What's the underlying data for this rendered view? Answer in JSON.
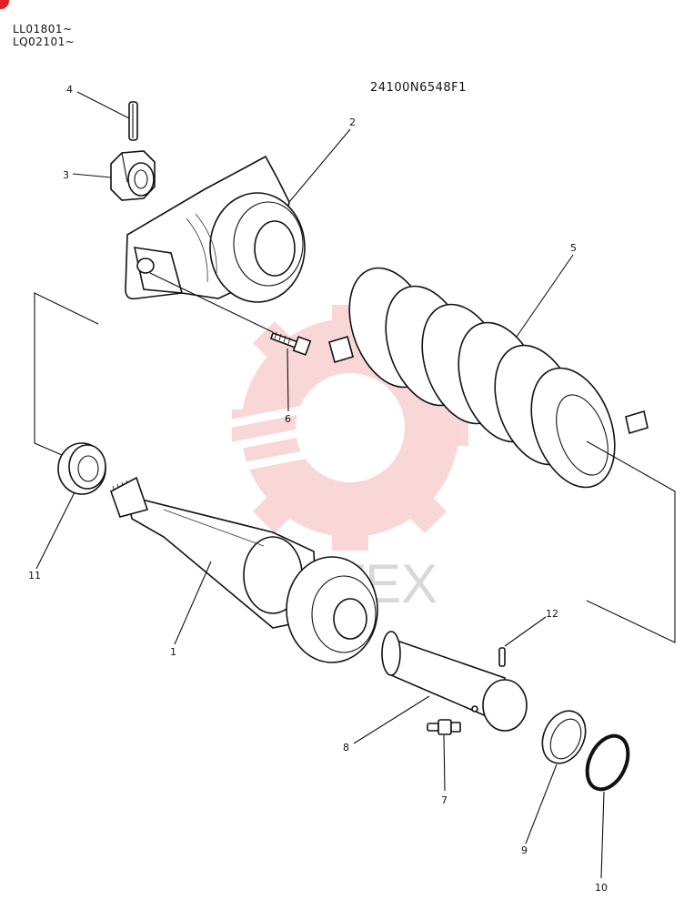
{
  "header": {
    "serial_1": "LL01801~",
    "serial_2": "LQ02101~",
    "drawing_code": "24100N6548F1"
  },
  "watermark": {
    "text": "ИНТЕХ",
    "color": "#f5b8b8"
  },
  "callouts": [
    "1",
    "2",
    "3",
    "4",
    "5",
    "6",
    "7",
    "8",
    "9",
    "10",
    "11",
    "12"
  ],
  "colors": {
    "line": "#111111",
    "badge": "#e0202a"
  }
}
